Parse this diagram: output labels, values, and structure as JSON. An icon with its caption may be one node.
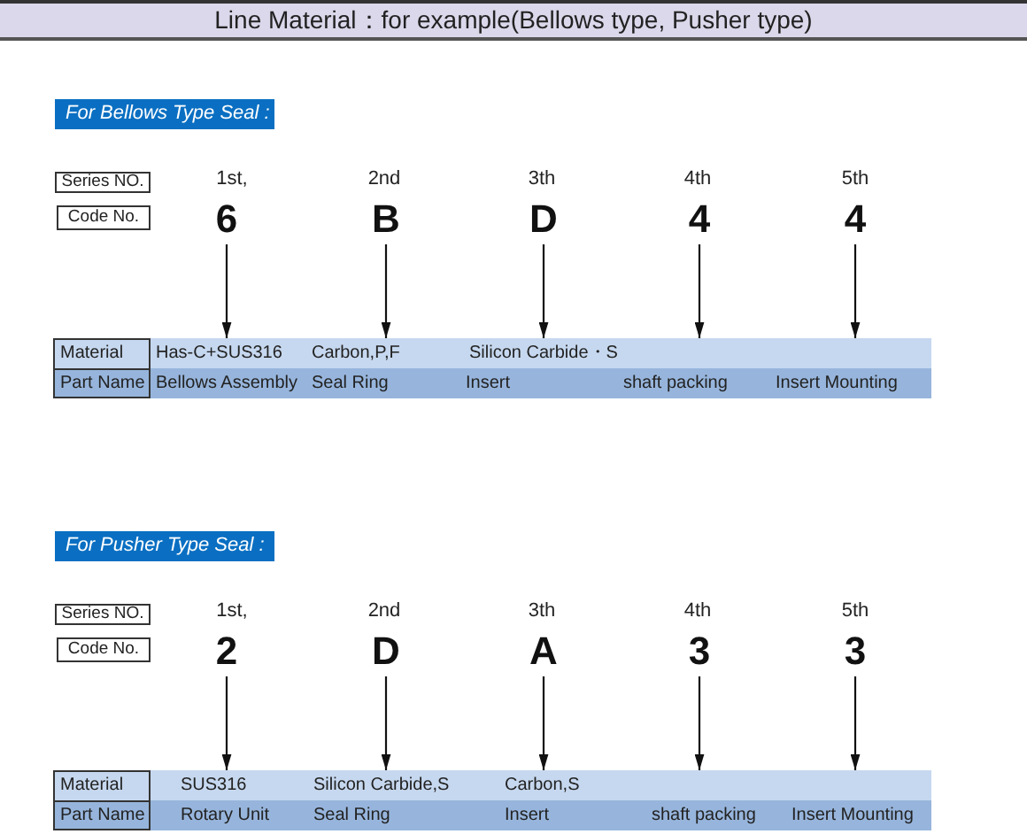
{
  "diagram": {
    "title": "Line Material：for example(Bellows type, Pusher type)",
    "nodes": [
      {
        "text": [
          "For Bellows Type Seal :"
        ]
      },
      {
        "text": [
          "Series NO."
        ]
      },
      {
        "text": [
          "Code No."
        ]
      },
      {
        "text": [
          "6"
        ]
      },
      {
        "text": [
          "B"
        ]
      },
      {
        "text": [
          "D"
        ]
      },
      {
        "text": [
          "4"
        ]
      },
      {
        "text": [
          "4"
        ]
      },
      {
        "text": [
          "Has-C+SUS316"
        ]
      },
      {
        "text": [
          "Carbon,P,F"
        ]
      },
      {
        "text": [
          "Silicon Carbide・S"
        ]
      },
      {
        "text": [],
        "shape": "box"
      },
      {
        "text": [],
        "shape": "box"
      },
      {
        "text": [
          "For Pusher Type Seal :"
        ]
      },
      {
        "text": [
          "Series NO."
        ]
      },
      {
        "text": [
          "Code No."
        ]
      },
      {
        "text": [
          "2"
        ]
      },
      {
        "text": [
          "D"
        ]
      },
      {
        "text": [
          "A"
        ]
      },
      {
        "text": [
          "3"
        ]
      },
      {
        "text": [
          "3"
        ]
      },
      {
        "text": [
          "SUS316"
        ]
      },
      {
        "text": [
          "Silicon Carbide,S"
        ]
      },
      {
        "text": [
          "Carbon,S"
        ]
      },
      {
        "text": [],
        "shape": "box"
      },
      {
        "text": [],
        "shape": "box"
      }
    ],
    "edges": [
      {
        "from": 3,
        "to": 8,
        "arrow": "to"
      },
      {
        "from": 4,
        "to": 9,
        "arrow": "to"
      },
      {
        "from": 5,
        "to": 10,
        "arrow": "to"
      },
      {
        "from": 6,
        "to": 11,
        "arrow": "to"
      },
      {
        "from": 7,
        "to": 12,
        "arrow": "to"
      },
      {
        "from": 16,
        "to": 21,
        "arrow": "to"
      },
      {
        "from": 17,
        "to": 22,
        "arrow": "to"
      },
      {
        "from": 18,
        "to": 23,
        "arrow": "to"
      },
      {
        "from": 19,
        "to": 24,
        "arrow": "to"
      },
      {
        "from": 20,
        "to": 25,
        "arrow": "to"
      }
    ],
    "labels": [
      "1st,",
      "2nd",
      "3th",
      "4th",
      "5th",
      "Material",
      "Part Name",
      "Bellows Assembly",
      "Seal Ring",
      "Insert",
      "shaft packing",
      "Insert Mounting",
      "1st,",
      "2nd",
      "3th",
      "4th",
      "5th",
      "Material",
      "Part Name",
      "Rotary Unit",
      "Seal Ring",
      "Insert",
      "shaft packing",
      "Insert Mounting"
    ]
  }
}
